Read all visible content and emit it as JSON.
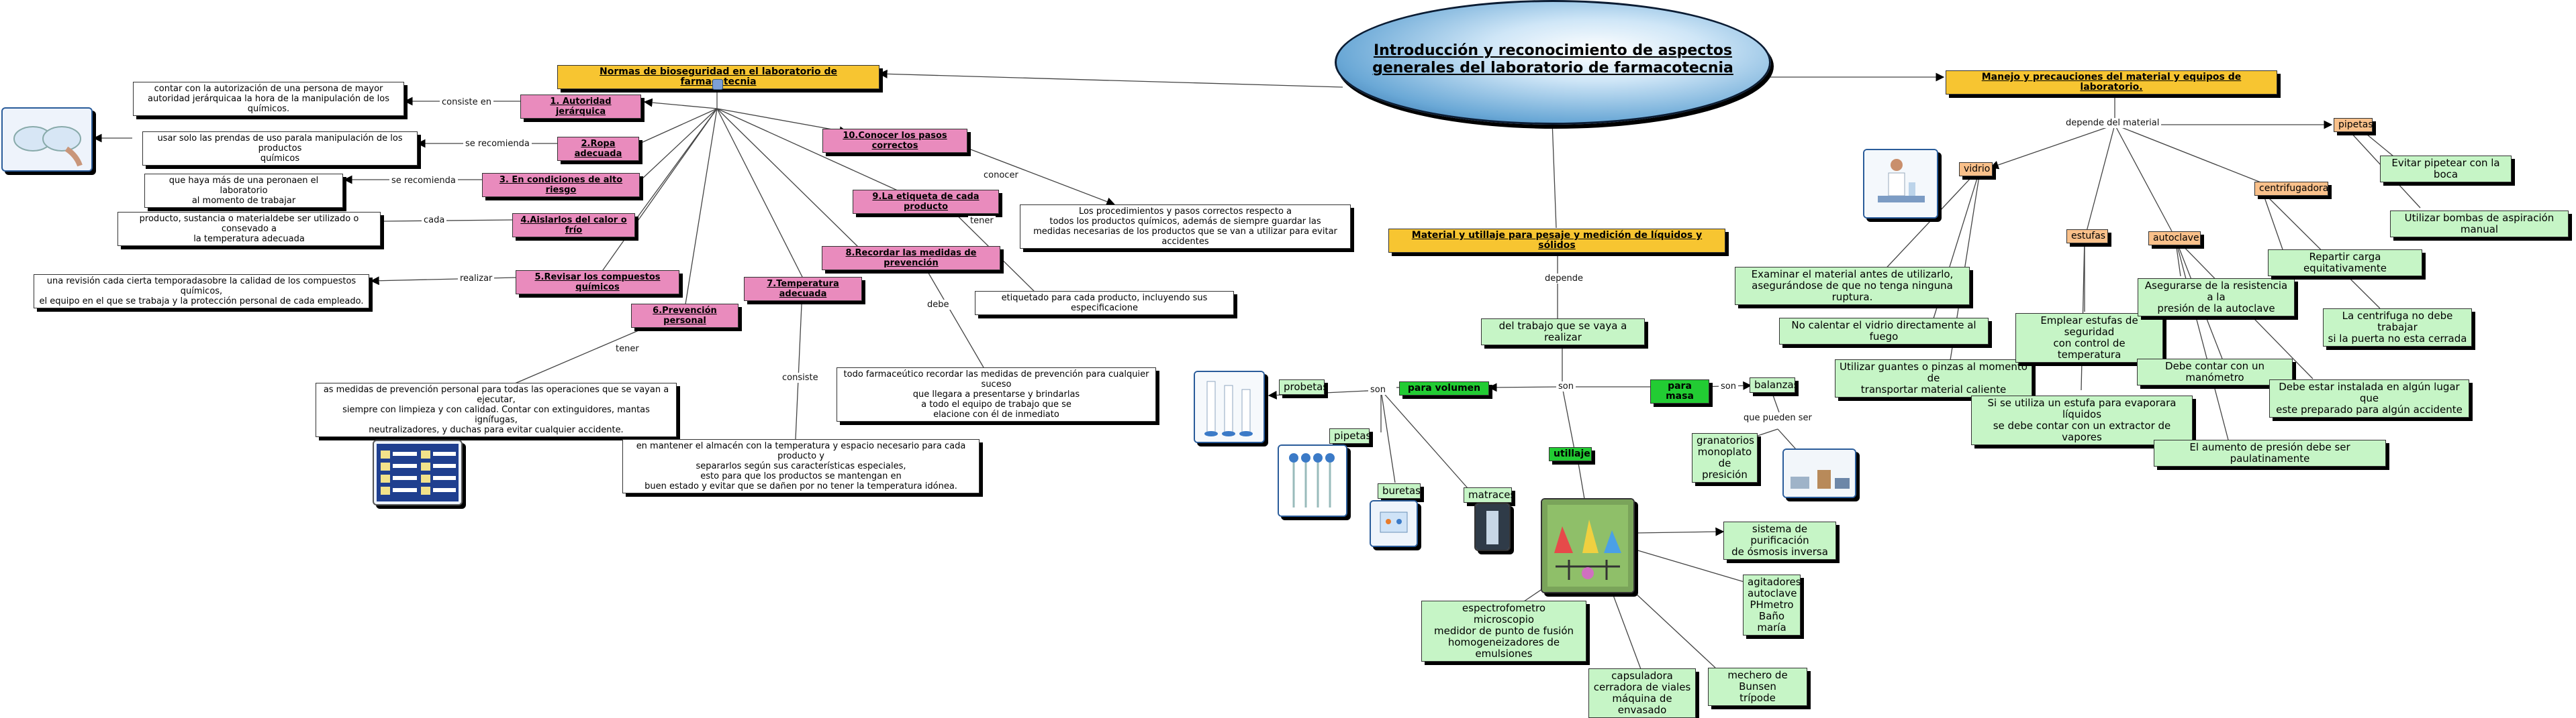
{
  "diagram": {
    "main_title": "Introducción y reconocimiento de aspectos generales del laboratorio de farmacotecnia",
    "branches": {
      "normas": "Normas de bioseguridad en el laboratorio de farmacotecnia",
      "manejo": "Manejo y precauciones del material y equipos de laboratorio.",
      "material": "Material y utillaje para pesaje y medición de líquidos y sólidos"
    },
    "normas_items": {
      "n1": "1.    Autoridad jerárquica",
      "n2": "2.Ropa adecuada",
      "n3": "3.     En condiciones de alto riesgo",
      "n4": "4.Aislarlos del calor o frío",
      "n5": "5.Revisar los compuestos químicos",
      "n6": "6.Prevención personal",
      "n7": "7.Temperatura adecuada",
      "n8": "8.Recordar las medidas de prevención",
      "n9": "9.La etiqueta de cada producto",
      "n10": "10.Conocer los pasos correctos"
    },
    "normas_desc": {
      "d1": "contar con la  autorización de una persona de mayor\nautoridad jerárquicaa la hora de la manipulación de los químicos.",
      "d2": "usar solo  las prendas de uso parala manipulación de los productos\nquímicos",
      "d3": "que  haya más de una peronaen el laboratorio\nal momento de trabajar",
      "d4": "producto, sustancia o materialdebe ser utilizado o consevado a\nla temperatura adecuada",
      "d5": "una revisión cada cierta temporadasobre la calidad de los compuestos químicos,\nel equipo en el que se trabaja y la protección personal de cada empleado.",
      "d6": "as medidas de prevención personal para todas las operaciones que se vayan a ejecutar,\nsiempre con limpieza y con calidad. Contar con extinguidores, mantas ignífugas,\nneutralizadores, y duchas para evitar cualquier accidente.",
      "d7": "en mantener  el almacén con la temperatura y espacio necesario para cada producto y\nsepararlos según sus características especiales,\nesto para que los productos se mantengan en\nbuen estado y evitar que se dañen por no tener la temperatura idónea.",
      "d8": "todo farmaceútico recordar las medidas de prevención para cualquier suceso\nque llegara a presentarse y brindarlas\na todo el equipo de trabajo que se\nelacione con él de inmediato",
      "d9": "etiquetado para cada producto, incluyendo sus especificacione",
      "d10": "Los procedimientos y pasos correctos respecto a\ntodos los productos químicos, además de siempre guardar las\nmedidas necesarias de los productos que se van a utilizar para evitar accidentes"
    },
    "link_labels": {
      "consiste_en": "consiste en",
      "se_recomienda_1": "se recomienda",
      "se_recomienda_2": "se recomienda",
      "cada": "cada",
      "realizar": "realizar",
      "tener_1": "tener",
      "consiste": "consiste",
      "debe": "debe",
      "tener_2": "tener",
      "conocer": "conocer",
      "depende_del_material": "depende del material",
      "depende": "depende",
      "son_1": "son",
      "son_2": "son",
      "son_3": "son",
      "que_pueden_ser": "que pueden ser"
    },
    "manejo_items": {
      "pipetas": "pipetas",
      "vidrio": "vidrio",
      "estufas": "estufas",
      "autoclave": "autoclave",
      "centrifugadora": "centrifugadora"
    },
    "manejo_desc": {
      "p1": "Evitar pipetear con la boca",
      "p2": "Utilizar bombas de aspiración manual",
      "v1": "Examinar el material antes de utilizarlo,\nasegurándose de que no tenga ninguna ruptura.",
      "v2": "No calentar el vidrio directamente al fuego",
      "v3": "Utilizar guantes o pinzas al momento de\ntransportar material caliente",
      "e1": "Emplear estufas de seguridad\ncon control de temperatura",
      "e2": "Si se utiliza un estufa para evaporara líquidos\nse debe contar con un extractor de vapores",
      "a1": "Asegurarse de la resistencia a la\npresión de la autoclave",
      "a2": "Debe contar con un manómetro",
      "a3": "El aumento de presión debe ser paulatinamente",
      "a4": "Debe estar instalada en algún lugar que\neste preparado para algún accidente",
      "c1": "Repartir carga equitativamente",
      "c2": "La centrifuga no debe trabajar\nsi la puerta no esta cerrada"
    },
    "material_items": {
      "trabajo": "del trabajo que se vaya a realizar",
      "volumen": "para volumen",
      "masa": "para masa",
      "utillaje": "utillaje",
      "probetas": "probetas",
      "pipetas": "pipetas",
      "buretas": "buretas",
      "matraces": "matraces",
      "balanzas": "balanzas",
      "granatorios": "granatorios\nmonoplato\nde presición",
      "purificacion": "sistema de purificación\nde ósmosis inversa",
      "agitadores": "agitadores\nautoclave\nPHmetro\nBaño maría",
      "bunsen": "mechero de Bunsen\ntrípode",
      "capsuladora": "capsuladora\ncerradora de viales\nmáquina de envasado",
      "espectro": "espectrofometro\nmicroscopio\nmedidor de punto de fusión\nhomogeneizadores de emulsiones"
    },
    "colors": {
      "yellow": "#f7c531",
      "pink": "#e98bbd",
      "light_green": "#c6f5c6",
      "bright_green": "#22cc33",
      "peach": "#f9c08a"
    },
    "icons": [
      "goggles-icon",
      "lab-scientist-icon",
      "safety-chart-icon",
      "graduated-cylinders-icon",
      "pipettes-icon",
      "buretes-icon",
      "flask-icon",
      "lab-equipment-icon",
      "scale-icon",
      "chemist-icon"
    ]
  }
}
